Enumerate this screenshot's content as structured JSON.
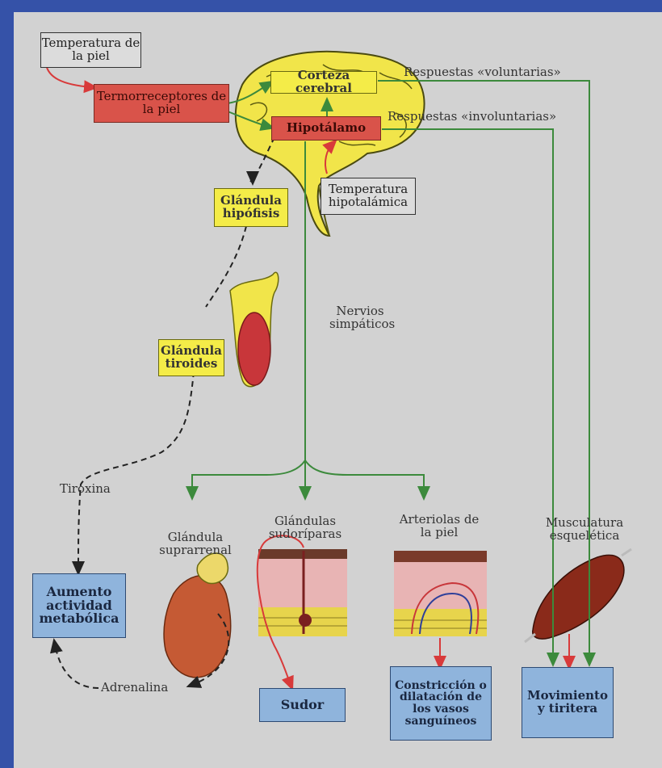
{
  "diagram": {
    "boxes": {
      "skin_temperature": "Temperatura de la piel",
      "thermoreceptors": "Termorreceptores de la piel",
      "cerebral_cortex": "Corteza cerebral",
      "hypothalamus": "Hipotálamo",
      "hypothalamic_temperature": "Temperatura hipotalámica",
      "pituitary_gland": "Glándula hipófisis",
      "thyroid_gland": "Glándula tiroides",
      "metabolic_activity": "Aumento actividad metabólica",
      "sweat": "Sudor",
      "vessel_change": "Constricción o dilatación de los vasos sanguíneos",
      "movement_shivering": "Movimiento y tiritera"
    },
    "labels": {
      "voluntary_responses": "Respuestas «voluntarias»",
      "involuntary_responses": "Respuestas «involuntarias»",
      "sympathetic_nerves": "Nervios simpáticos",
      "thyroxine": "Tiroxina",
      "adrenal_gland": "Glándula suprarrenal",
      "sweat_glands": "Glándulas sudoríparas",
      "skin_arterioles": "Arteriolas de la piel",
      "skeletal_muscle": "Musculatura esquelética",
      "adrenaline": "Adrenalina"
    },
    "colors": {
      "frame": "#3552a8",
      "panel": "#d2d2d2",
      "green_arrow": "#3c8a3c",
      "red_arrow": "#d83a3a",
      "brain": "#f1e54a",
      "blue_box": "#8fb4dc",
      "red_box": "#d9534a",
      "yellow_box": "#f4ec48"
    }
  }
}
